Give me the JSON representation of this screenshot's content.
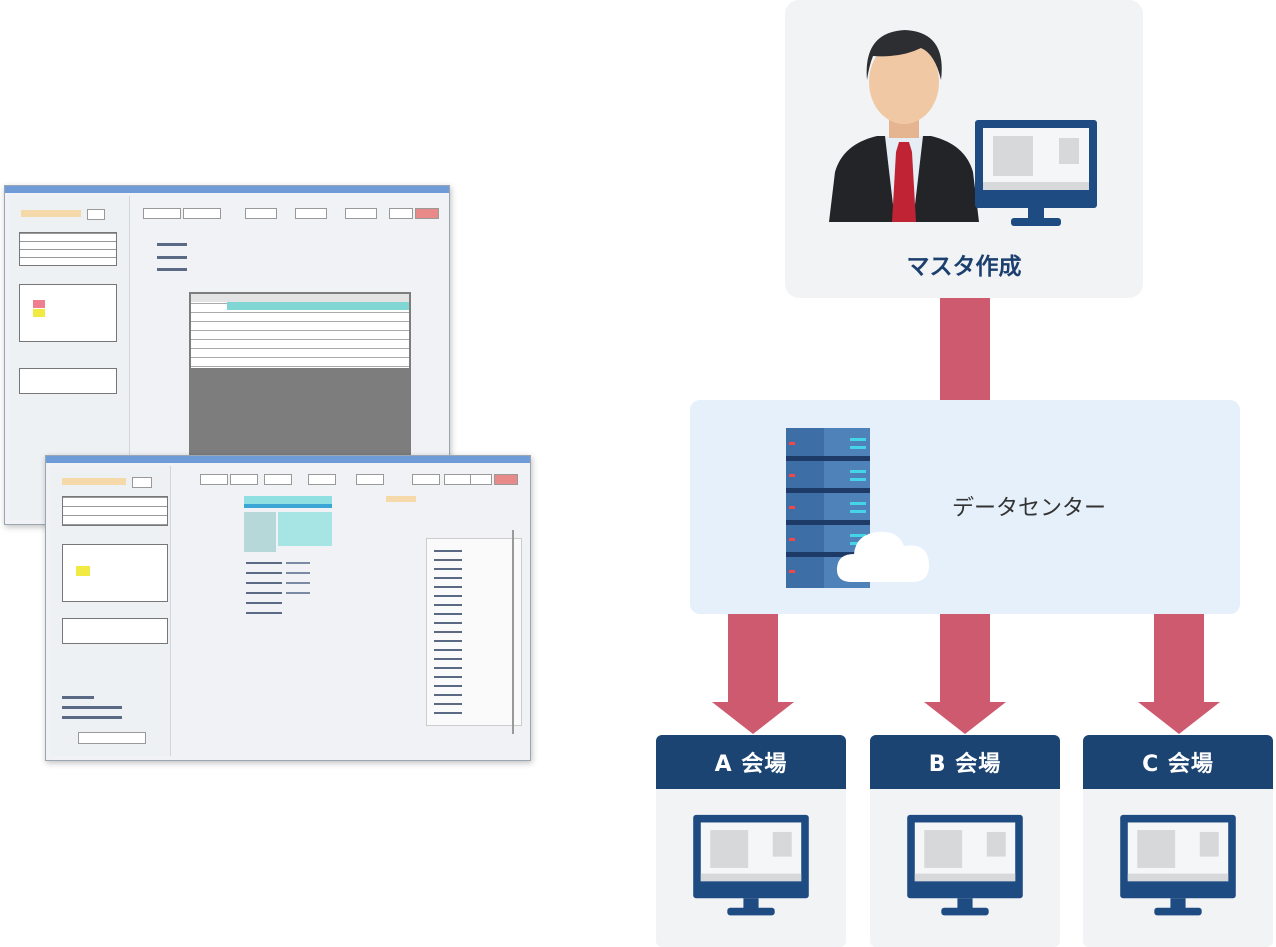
{
  "diagram": {
    "master_label": "マスタ作成",
    "datacenter_label": "データセンター",
    "venues": [
      {
        "label": "A 会場"
      },
      {
        "label": "B 会場"
      },
      {
        "label": "C 会場"
      }
    ],
    "colors": {
      "arrow": "#cd5a6e",
      "venue_header": "#1b4472",
      "label_blue": "#1b3f6e",
      "panel_gray": "#f2f3f5",
      "panel_blue": "#e5f0fb",
      "monitor_frame": "#1e4b82",
      "server_blue": "#3d6fa6"
    },
    "icons": [
      "person-icon",
      "monitor-icon",
      "server-icon",
      "cloud-icon"
    ]
  }
}
